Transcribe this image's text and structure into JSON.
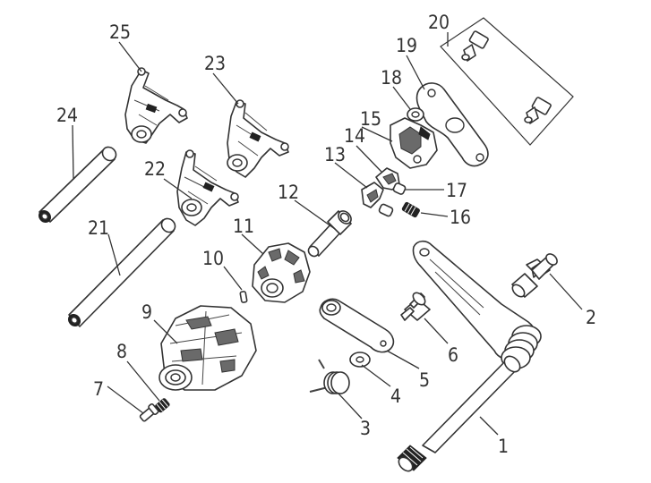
{
  "labels": {
    "p1": "1",
    "p2": "2",
    "p3": "3",
    "p4": "4",
    "p5": "5",
    "p6": "6",
    "p7": "7",
    "p8": "8",
    "p9": "9",
    "p10": "10",
    "p11": "11",
    "p12": "12",
    "p13": "13",
    "p14": "14",
    "p15": "15",
    "p16": "16",
    "p17": "17",
    "p18": "18",
    "p19": "19",
    "p20": "20",
    "p21": "21",
    "p22": "22",
    "p23": "23",
    "p24": "24",
    "p25": "25"
  },
  "colors": {
    "stroke": "#333333",
    "shade": "#6a6a6a",
    "background": "#ffffff"
  }
}
